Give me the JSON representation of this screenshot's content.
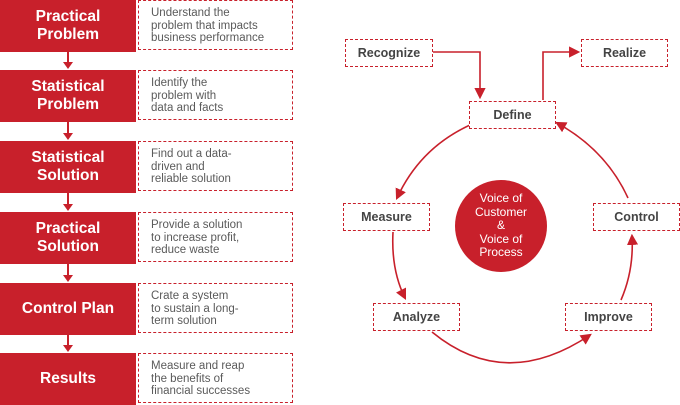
{
  "colors": {
    "accent": "#c8202b",
    "text": "#5a5a5a",
    "background": "#ffffff"
  },
  "steps": [
    {
      "title": [
        "Practical",
        "Problem"
      ],
      "note": [
        "Understand the",
        "problem that impacts",
        "business performance"
      ]
    },
    {
      "title": [
        "Statistical",
        "Problem"
      ],
      "note": [
        "Identify the",
        "problem with",
        "data and facts"
      ]
    },
    {
      "title": [
        "Statistical",
        "Solution"
      ],
      "note": [
        "Find out a data-",
        "driven and",
        "reliable solution"
      ]
    },
    {
      "title": [
        "Practical",
        "Solution"
      ],
      "note": [
        "Provide a solution",
        "to increase profit,",
        "reduce waste"
      ]
    },
    {
      "title": [
        "Control Plan"
      ],
      "note": [
        "Crate a system",
        "to sustain a long-",
        "term solution"
      ]
    },
    {
      "title": [
        "Results"
      ],
      "note": [
        "Measure and reap",
        "the benefits of",
        "financial successes"
      ]
    }
  ],
  "cycle": {
    "recognize": "Recognize",
    "realize": "Realize",
    "define": "Define",
    "measure": "Measure",
    "control": "Control",
    "analyze": "Analyze",
    "improve": "Improve",
    "center": [
      "Voice of",
      "Customer",
      "&",
      "Voice of",
      "Process"
    ]
  }
}
